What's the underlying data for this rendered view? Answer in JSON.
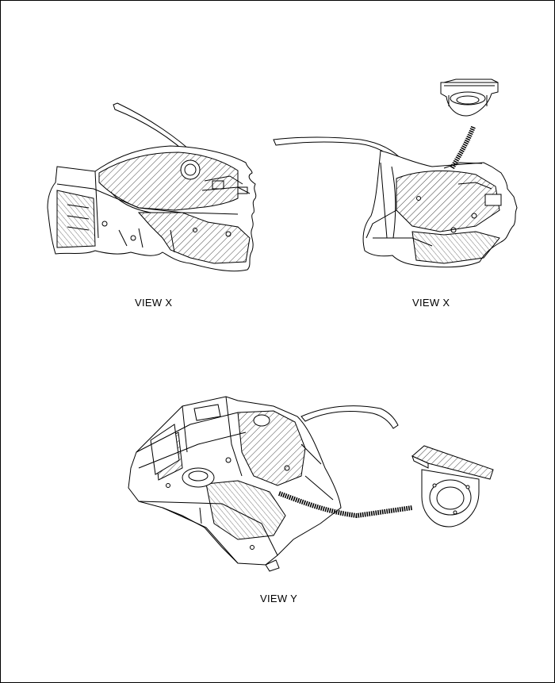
{
  "figures": {
    "view_x_left": {
      "caption": "VIEW X"
    },
    "view_x_right": {
      "caption": "VIEW X"
    },
    "view_y": {
      "caption": "VIEW Y"
    }
  },
  "colors": {
    "line": "#000000",
    "hatch": "#444444",
    "background": "#ffffff"
  }
}
